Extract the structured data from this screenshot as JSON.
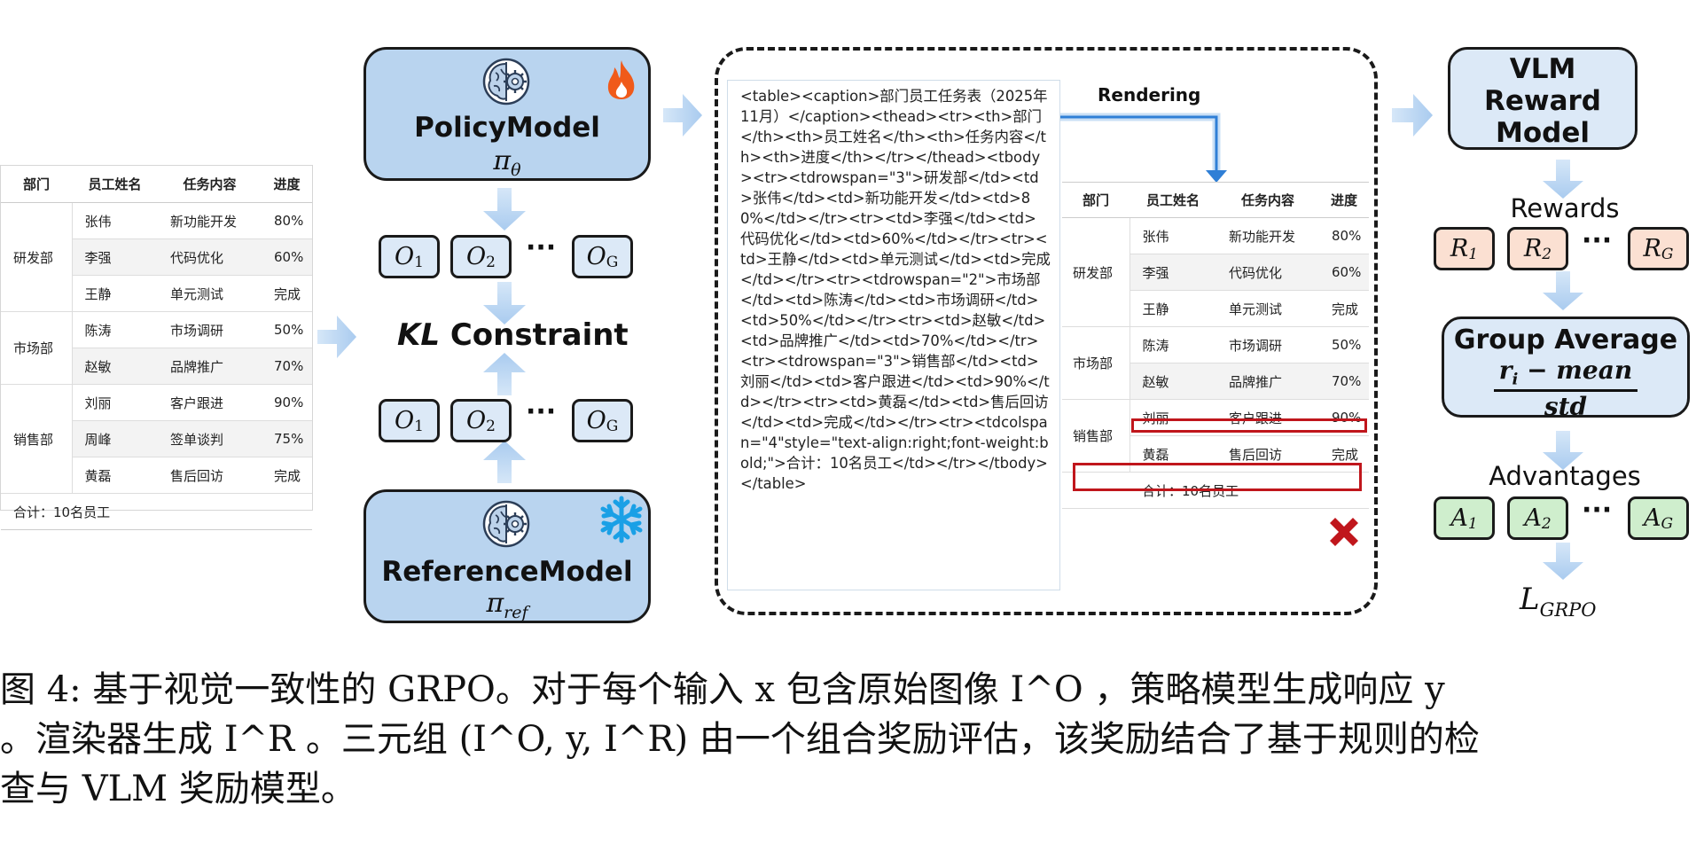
{
  "input_table": {
    "headers": [
      "部门",
      "员工姓名",
      "任务内容",
      "进度"
    ],
    "groups": [
      {
        "dept": "研发部",
        "rows": [
          [
            "张伟",
            "新功能开发",
            "80%"
          ],
          [
            "李强",
            "代码优化",
            "60%"
          ],
          [
            "王静",
            "单元测试",
            "完成"
          ]
        ]
      },
      {
        "dept": "市场部",
        "rows": [
          [
            "陈涛",
            "市场调研",
            "50%"
          ],
          [
            "赵敏",
            "品牌推广",
            "70%"
          ]
        ]
      },
      {
        "dept": "销售部",
        "rows": [
          [
            "刘丽",
            "客户跟进",
            "90%"
          ],
          [
            "周峰",
            "签单谈判",
            "75%"
          ],
          [
            "黄磊",
            "售后回访",
            "完成"
          ]
        ]
      }
    ],
    "total": "合计：10名员工"
  },
  "policy_model": {
    "title": "PolicyModel",
    "symbol": "π",
    "sub": "θ"
  },
  "reference_model": {
    "title": "ReferenceModel",
    "symbol": "π",
    "sub": "ref"
  },
  "outputs": [
    {
      "letter": "O",
      "sub": "1"
    },
    {
      "letter": "O",
      "sub": "2"
    },
    {
      "letter": "O",
      "sub": "G"
    }
  ],
  "dots": "···",
  "kl": {
    "italic": "KL",
    "rest": " Constraint"
  },
  "code_text": "<table><caption>部门员工任务表（2025年11月）</caption><thead><tr><th>部门</th><th>员工姓名</th><th>任务内容</th><th>进度</th></tr></thead><tbody><tr><tdrowspan=\"3\">研发部</td><td>张伟</td><td>新功能开发</td><td>80%</td></tr><tr><td>李强</td><td>代码优化</td><td>60%</td></tr><tr><td>王静</td><td>单元测试</td><td>完成</td></tr><tr><tdrowspan=\"2\">市场部</td><td>陈涛</td><td>市场调研</td><td>50%</td></tr><tr><td>赵敏</td><td>品牌推广</td><td>70%</td></tr><tr><tdrowspan=\"3\">销售部</td><td>刘丽</td><td>客户跟进</td><td>90%</td></tr><tr><td>黄磊</td><td>售后回访</td><td>完成</td></tr><tr><tdcolspan=\"4\"style=\"text-align:right;font-weight:bold;\">合计：10名员工</td></tr></tbody></table>",
  "rendering_label": "Rendering",
  "rendered_table": {
    "headers": [
      "部门",
      "员工姓名",
      "任务内容",
      "进度"
    ],
    "groups": [
      {
        "dept": "研发部",
        "rows": [
          [
            "张伟",
            "新功能开发",
            "80%"
          ],
          [
            "李强",
            "代码优化",
            "60%"
          ],
          [
            "王静",
            "单元测试",
            "完成"
          ]
        ]
      },
      {
        "dept": "市场部",
        "rows": [
          [
            "陈涛",
            "市场调研",
            "50%"
          ],
          [
            "赵敏",
            "品牌推广",
            "70%"
          ]
        ]
      },
      {
        "dept": "销售部",
        "rows": [
          [
            "刘丽",
            "客户跟进",
            "90%"
          ],
          [
            "黄磊",
            "售后回访",
            "完成"
          ]
        ]
      }
    ],
    "total": "合计：10名员工"
  },
  "vlm": {
    "line1": "VLM",
    "line2": "Reward",
    "line3": "Model"
  },
  "rewards_label": "Rewards",
  "rewards": [
    {
      "letter": "R",
      "sub": "1"
    },
    {
      "letter": "R",
      "sub": "2"
    },
    {
      "letter": "R",
      "sub": "G"
    }
  ],
  "group_average": {
    "title": "Group Average",
    "numerator": "r",
    "num_sub": "i",
    "num_rest": " − mean",
    "denominator": "std"
  },
  "advantages_label": "Advantages",
  "advantages": [
    {
      "letter": "A",
      "sub": "1"
    },
    {
      "letter": "A",
      "sub": "2"
    },
    {
      "letter": "A",
      "sub": "G"
    }
  ],
  "loss": {
    "letter": "L",
    "sub": "GRPO"
  },
  "caption": {
    "line1": "图 4: 基于视觉一致性的 GRPO。对于每个输入 x 包含原始图像 I^O ，策略模型生成响应 y",
    "line2": "。渲染器生成 I^R 。三元组 (I^O, y, I^R) 由一个组合奖励评估，该奖励结合了基于规则的检",
    "line3": "查与 VLM 奖励模型。"
  },
  "colors": {
    "model_fill": "#b9d4ef",
    "box_fill": "#dce9f7",
    "reward_fill": "#fbe0d2",
    "adv_fill": "#cfeecd",
    "arrow": "#b4d2f0",
    "error": "#c0161c",
    "fire": "#f05a1a",
    "snow": "#1aa0e6"
  },
  "icons": {
    "brain": "brain-gear-icon",
    "fire": "fire-icon",
    "snow": "snowflake-icon",
    "cross": "cross-icon"
  }
}
